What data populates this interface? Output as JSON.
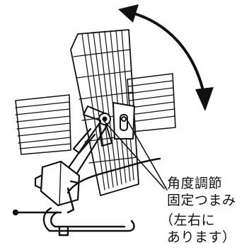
{
  "diagram": {
    "label": {
      "line1": "角度調節",
      "line2": "固定つまみ",
      "line3": "（左右に",
      "line4": "あります）"
    }
  },
  "colors": {
    "ink": "#111111",
    "background": "#ffffff"
  },
  "icons": {
    "rotation": "curved-double-arrow-icon"
  }
}
